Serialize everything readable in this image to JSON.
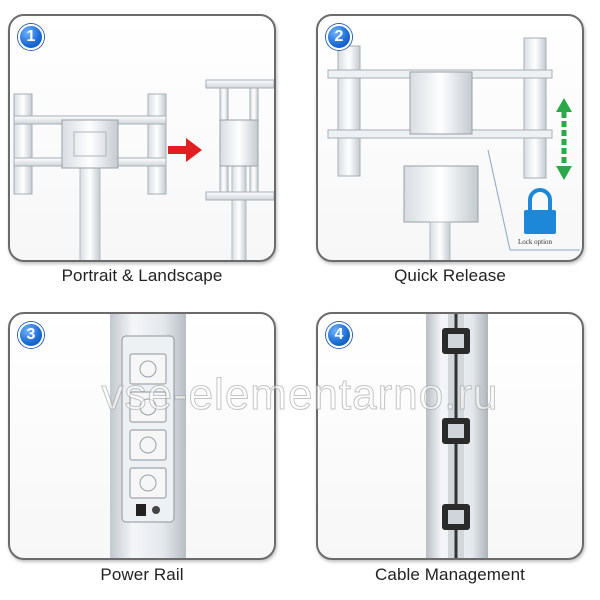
{
  "panels": [
    {
      "number": "1",
      "caption": "Portrait & Landscape"
    },
    {
      "number": "2",
      "caption": "Quick Release",
      "lock_label": "Lock option"
    },
    {
      "number": "3",
      "caption": "Power Rail"
    },
    {
      "number": "4",
      "caption": "Cable Management"
    }
  ],
  "watermark": "vse-elementarno.ru",
  "colors": {
    "badge_blue": "#1f6fd6",
    "arrow_red": "#e02020",
    "arrow_green": "#2aa84a",
    "lock_blue": "#1e88d8"
  }
}
